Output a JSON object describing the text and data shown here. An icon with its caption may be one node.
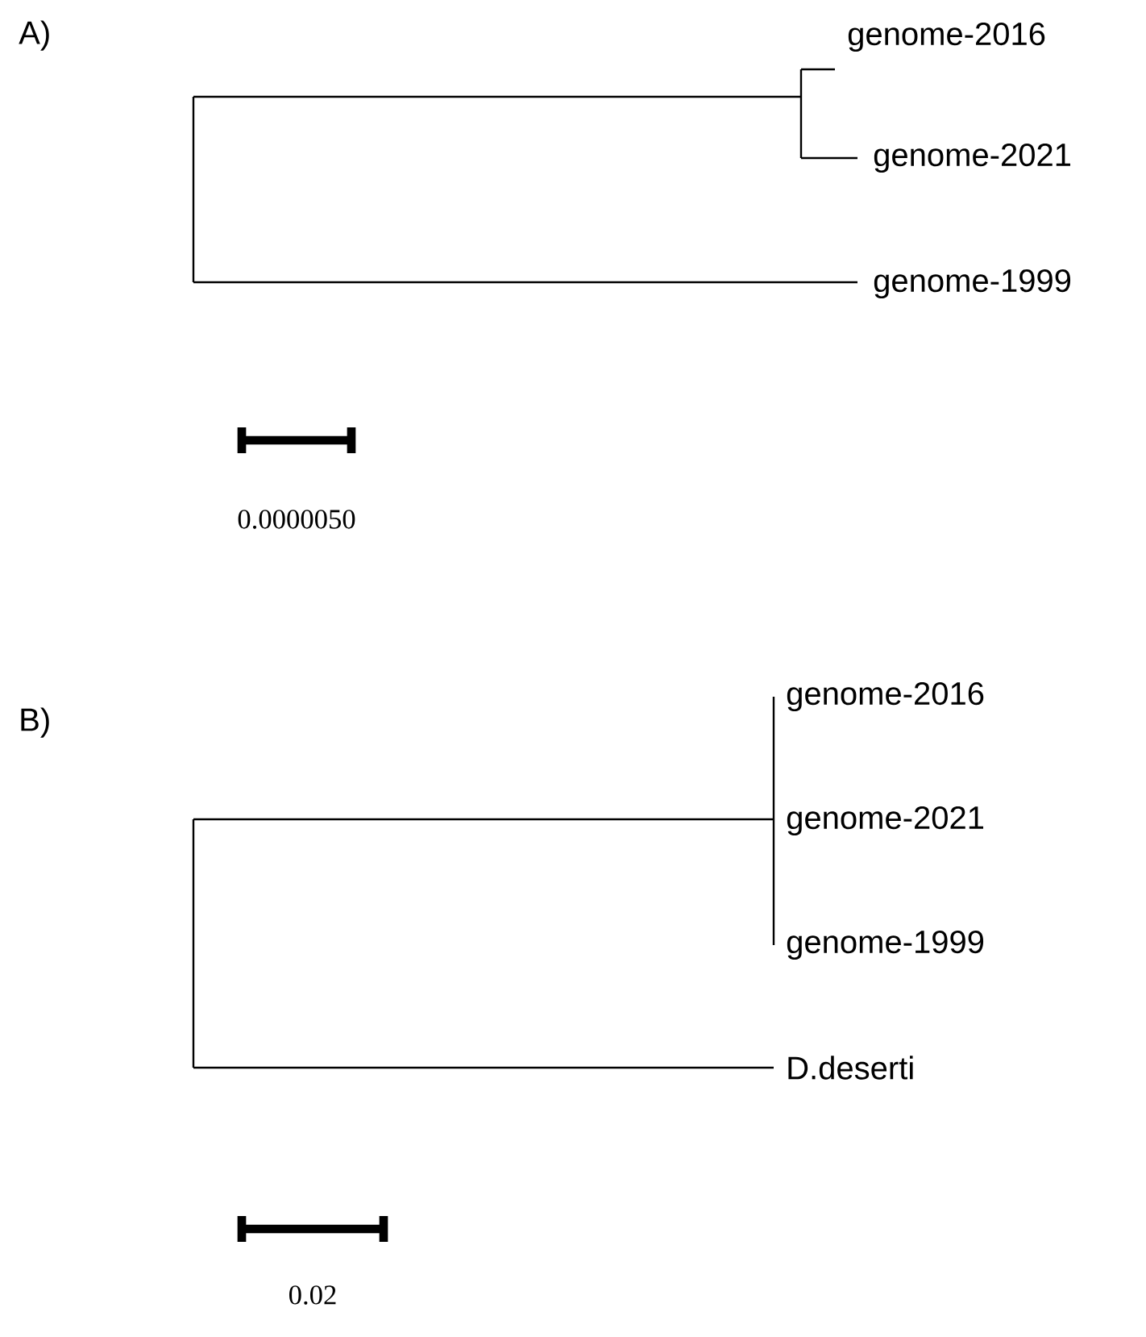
{
  "diagram": {
    "nodes": [
      {
        "text": [
          "genome-2016"
        ]
      },
      {
        "text": [
          "genome-2021"
        ]
      },
      {
        "text": [
          "genome-1999"
        ]
      },
      {
        "text": [
          "genome-2016"
        ]
      },
      {
        "text": [
          "genome-2021"
        ]
      },
      {
        "text": [
          "genome-1999"
        ]
      },
      {
        "text": [
          "D.deserti"
        ]
      }
    ],
    "labels": [
      "A)",
      "0.0000050",
      "B)",
      "0.02"
    ]
  }
}
